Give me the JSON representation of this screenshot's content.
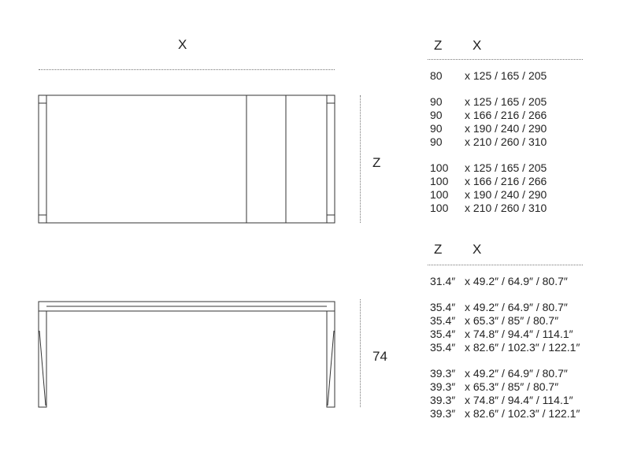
{
  "drawing": {
    "top_view_width_label": "X",
    "top_view_depth_label": "Z",
    "side_view_height_label": "74"
  },
  "metric_table": {
    "header_z": "Z",
    "header_x": "X",
    "groups": [
      {
        "rows": [
          {
            "z": "80",
            "x": "x 125 / 165 / 205"
          }
        ]
      },
      {
        "rows": [
          {
            "z": "90",
            "x": "x 125 / 165 / 205"
          },
          {
            "z": "90",
            "x": "x 166 / 216 / 266"
          },
          {
            "z": "90",
            "x": "x 190 / 240 / 290"
          },
          {
            "z": "90",
            "x": "x 210 / 260 / 310"
          }
        ]
      },
      {
        "rows": [
          {
            "z": "100",
            "x": "x 125 / 165 / 205"
          },
          {
            "z": "100",
            "x": "x 166 / 216 / 266"
          },
          {
            "z": "100",
            "x": "x 190 / 240 / 290"
          },
          {
            "z": "100",
            "x": "x 210 / 260 / 310"
          }
        ]
      }
    ]
  },
  "imperial_table": {
    "header_z": "Z",
    "header_x": "X",
    "groups": [
      {
        "rows": [
          {
            "z": "31.4″",
            "x": "x 49.2″ / 64.9″ / 80.7″"
          }
        ]
      },
      {
        "rows": [
          {
            "z": "35.4″",
            "x": "x 49.2″ / 64.9″ / 80.7″"
          },
          {
            "z": "35.4″",
            "x": "x 65.3″ / 85″ / 80.7″"
          },
          {
            "z": "35.4″",
            "x": "x 74.8″ / 94.4″ / 114.1″"
          },
          {
            "z": "35.4″",
            "x": "x 82.6″ / 102.3″ / 122.1″"
          }
        ]
      },
      {
        "rows": [
          {
            "z": "39.3″",
            "x": "x 49.2″ / 64.9″ / 80.7″"
          },
          {
            "z": "39.3″",
            "x": "x 65.3″ / 85″ / 80.7″"
          },
          {
            "z": "39.3″",
            "x": "x 74.8″ / 94.4″ / 114.1″"
          },
          {
            "z": "39.3″",
            "x": "x 82.6″ / 102.3″ / 122.1″"
          }
        ]
      }
    ]
  }
}
